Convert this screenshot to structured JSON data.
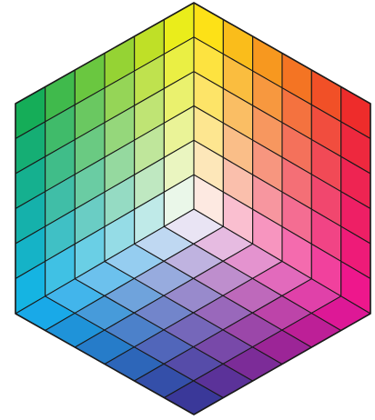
{
  "diagram": {
    "type": "rgb-color-cube-interior",
    "grid_divisions": 6,
    "faces": [
      {
        "name": "left-face",
        "corner_colors": {
          "outer_top": "#009a4f",
          "outer_bottom": "#00a6e4",
          "inner_top": "#ffffff",
          "inner_bottom": "#bfe6fb"
        }
      },
      {
        "name": "right-face",
        "corner_colors": {
          "outer_top": "#ed1c24",
          "outer_bottom": "#ec008c",
          "inner_top": "#ffffff",
          "inner_bottom": "#f6cfe3"
        }
      },
      {
        "name": "bottom-face",
        "corner_colors": {
          "outer_left": "#00a6e4",
          "outer_right": "#ec008c",
          "bottom": "#2e3192",
          "inner": "#ffffff"
        }
      }
    ],
    "vertices": {
      "top": "#fff200",
      "upper_left": "#00a651",
      "upper_right": "#ed1c24",
      "lower_left": "#00aeef",
      "lower_right": "#ec008c",
      "bottom": "#2e3192",
      "center": "#ffffff"
    },
    "line_color": "#1a1a1a"
  }
}
